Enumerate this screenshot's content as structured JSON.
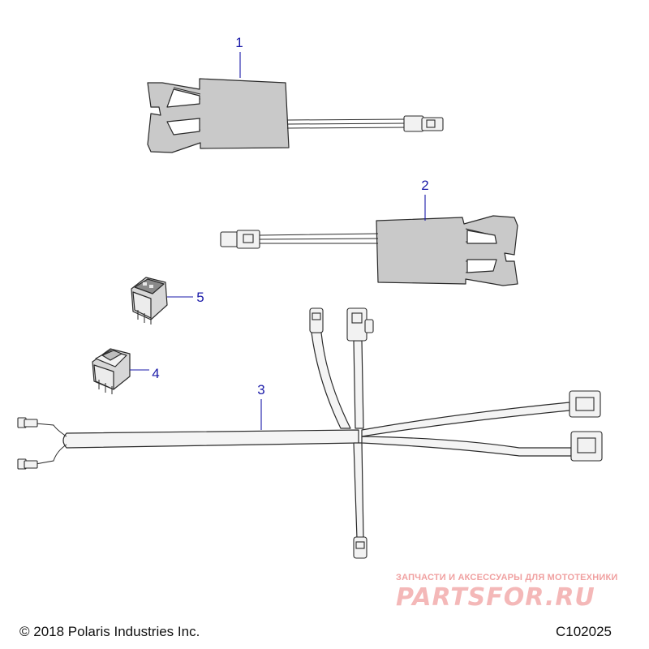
{
  "diagram": {
    "callouts": [
      {
        "id": "part-1",
        "label": "1"
      },
      {
        "id": "part-2",
        "label": "2"
      },
      {
        "id": "part-3",
        "label": "3"
      },
      {
        "id": "part-4",
        "label": "4"
      },
      {
        "id": "part-5",
        "label": "5"
      }
    ]
  },
  "footer": {
    "copyright": "© 2018 Polaris Industries Inc.",
    "diagram_id": "C102025"
  },
  "watermark": {
    "tagline": "ЗАПЧАСТИ И АКСЕССУАРЫ ДЛЯ МОТОТЕХНИКИ",
    "logo": "PARTSFOR.RU"
  },
  "colors": {
    "callout": "#1a1aa8",
    "heater_pad": "#c9c9c9",
    "watermark": "#f0a0a0"
  }
}
